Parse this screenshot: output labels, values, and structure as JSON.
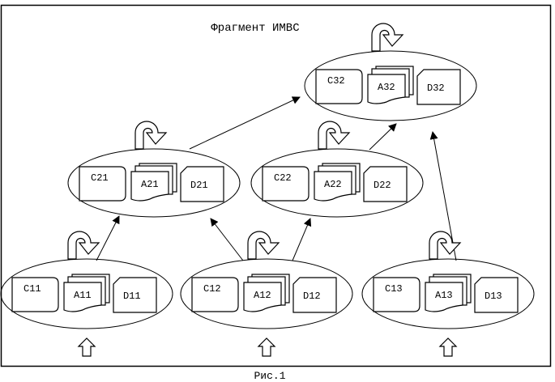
{
  "title": "Фрагмент ИМВС",
  "caption": "Рис.1",
  "nodes": [
    {
      "id": "n11",
      "c": "C11",
      "a": "A11",
      "d": "D11"
    },
    {
      "id": "n12",
      "c": "C12",
      "a": "A12",
      "d": "D12"
    },
    {
      "id": "n13",
      "c": "C13",
      "a": "A13",
      "d": "D13"
    },
    {
      "id": "n21",
      "c": "C21",
      "a": "A21",
      "d": "D21"
    },
    {
      "id": "n22",
      "c": "C22",
      "a": "A22",
      "d": "D22"
    },
    {
      "id": "n32",
      "c": "C32",
      "a": "A32",
      "d": "D32"
    }
  ],
  "edges": [
    {
      "from": "n11",
      "to": "n21"
    },
    {
      "from": "n12",
      "to": "n21"
    },
    {
      "from": "n12",
      "to": "n22"
    },
    {
      "from": "n13",
      "to": "n32"
    },
    {
      "from": "n21",
      "to": "n32"
    },
    {
      "from": "n22",
      "to": "n32"
    }
  ],
  "inputs": [
    "n11",
    "n12",
    "n13"
  ]
}
